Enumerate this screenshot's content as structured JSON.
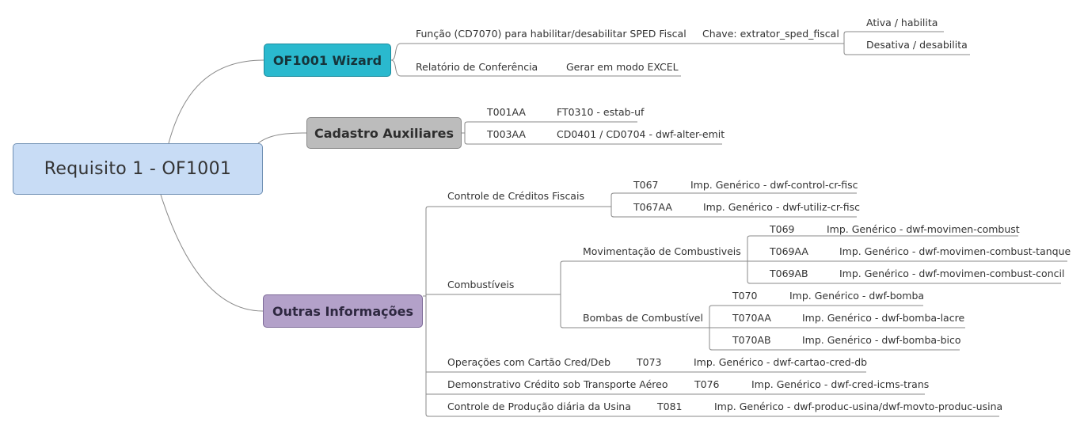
{
  "root": {
    "label": "Requisito 1 - OF1001"
  },
  "wizard": {
    "label": "OF1001 Wizard",
    "funcao": "Função (CD7070) para habilitar/desabilitar SPED Fiscal",
    "chave": "Chave: extrator_sped_fiscal",
    "ativa": "Ativa / habilita",
    "desativa": "Desativa / desabilita",
    "relatorio": "Relatório de Conferência",
    "gerar": "Gerar em modo EXCEL"
  },
  "cadastro": {
    "label": "Cadastro Auxiliares",
    "items": [
      {
        "code": "T001AA",
        "desc": "FT0310 - estab-uf"
      },
      {
        "code": "T003AA",
        "desc": "CD0401 / CD0704  - dwf-alter-emit"
      }
    ]
  },
  "outras": {
    "label": "Outras Informações",
    "controle": {
      "label": "Controle de Créditos Fiscais",
      "items": [
        {
          "code": "T067",
          "desc": "Imp. Genérico - dwf-control-cr-fisc"
        },
        {
          "code": "T067AA",
          "desc": "Imp. Genérico - dwf-utiliz-cr-fisc"
        }
      ]
    },
    "combustiveis": {
      "label": "Combustíveis",
      "movimentacao": {
        "label": "Movimentação de Combustiveis",
        "items": [
          {
            "code": "T069",
            "desc": "Imp. Genérico - dwf-movimen-combust"
          },
          {
            "code": "T069AA",
            "desc": "Imp. Genérico - dwf-movimen-combust-tanque"
          },
          {
            "code": "T069AB",
            "desc": "Imp. Genérico - dwf-movimen-combust-concil"
          }
        ]
      },
      "bombas": {
        "label": "Bombas de Combustível",
        "items": [
          {
            "code": "T070",
            "desc": "Imp. Genérico - dwf-bomba"
          },
          {
            "code": "T070AA",
            "desc": "Imp. Genérico - dwf-bomba-lacre"
          },
          {
            "code": "T070AB",
            "desc": "Imp. Genérico - dwf-bomba-bico"
          }
        ]
      }
    },
    "cartao": {
      "label": "Operações com Cartão Cred/Deb",
      "code": "T073",
      "desc": "Imp. Genérico - dwf-cartao-cred-db"
    },
    "transporte": {
      "label": "Demonstrativo Crédito sob Transporte Aéreo",
      "code": "T076",
      "desc": "Imp. Genérico - dwf-cred-icms-trans"
    },
    "producao": {
      "label": "Controle de Produção diária da Usina",
      "code": "T081",
      "desc": "Imp. Genérico - dwf-produc-usina/dwf-movto-produc-usina"
    }
  }
}
